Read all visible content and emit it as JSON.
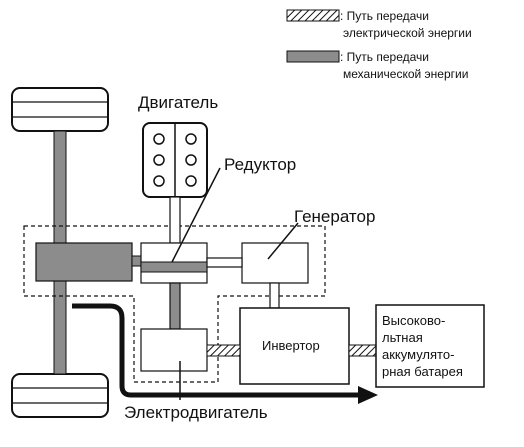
{
  "legend": {
    "electric": {
      "label_line1": ": Путь передачи",
      "label_line2": "электрической энергии"
    },
    "mechanical": {
      "label_line1": ": Путь передачи",
      "label_line2": "механической энергии"
    }
  },
  "labels": {
    "engine": "Двигатель",
    "reducer": "Редуктор",
    "generator": "Генератор",
    "inverter": "Инвертор",
    "motor": "Электродвигатель",
    "battery_line1": "Высоково-",
    "battery_line2": "льтная",
    "battery_line3": "аккумулято-",
    "battery_line4": "рная батарея"
  },
  "colors": {
    "mechanical": "#8c8c8c",
    "line": "#111111",
    "background": "#ffffff"
  }
}
